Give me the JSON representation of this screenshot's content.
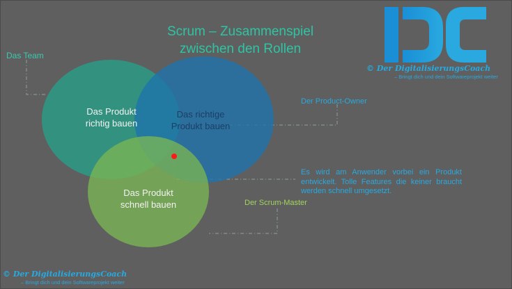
{
  "title": {
    "line1": "Scrum – Zusammenspiel",
    "line2": "zwischen den Rollen"
  },
  "roles": {
    "team": "Das Team",
    "product_owner": "Der Product-Owner",
    "scrum_master": "Der Scrum-Master"
  },
  "circles": {
    "team": {
      "line1": "Das Produkt",
      "line2": "richtig bauen",
      "color": "#2a9c86"
    },
    "product_owner": {
      "line1": "Das richtige",
      "line2": "Produkt bauen",
      "color": "#1e73ad"
    },
    "scrum_master": {
      "line1": "Das Produkt",
      "line2": "schnell bauen",
      "color": "#7ab553"
    }
  },
  "note": "Es wird am Anwender vorbei ein Produkt entwickelt. Tolle Features die keiner braucht werden schnell umgesetzt.",
  "brand": {
    "name": "© Der DigitalisierungsCoach",
    "tagline": "– Bringt dich und dein Softwareprojekt weiter",
    "accent": "#29a9e0"
  }
}
